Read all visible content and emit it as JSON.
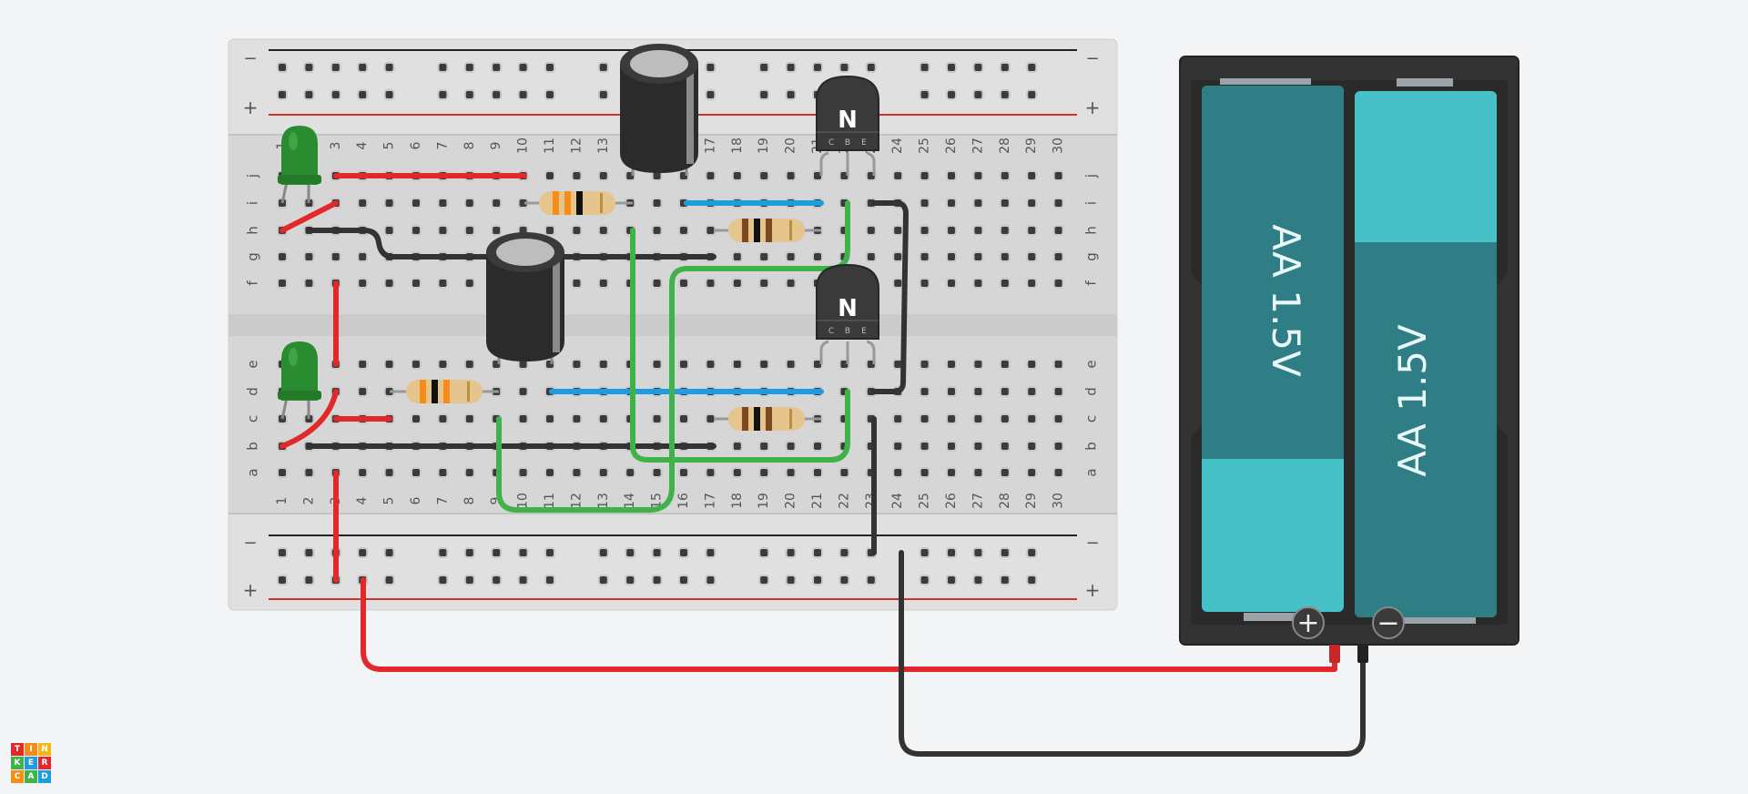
{
  "app": {
    "name": "Tinkercad"
  },
  "breadboard": {
    "columns": [
      "1",
      "2",
      "3",
      "4",
      "5",
      "6",
      "7",
      "8",
      "9",
      "10",
      "11",
      "12",
      "13",
      "14",
      "15",
      "16",
      "17",
      "18",
      "19",
      "20",
      "21",
      "22",
      "23",
      "24",
      "25",
      "26",
      "27",
      "28",
      "29",
      "30"
    ],
    "rows_top": [
      "j",
      "i",
      "h",
      "g",
      "f"
    ],
    "rows_bottom": [
      "e",
      "d",
      "c",
      "b",
      "a"
    ],
    "rail_minus": "−",
    "rail_plus": "+"
  },
  "components": {
    "transistor_top": {
      "label": "N",
      "pins": [
        "C",
        "B",
        "E"
      ]
    },
    "transistor_bottom": {
      "label": "N",
      "pins": [
        "C",
        "B",
        "E"
      ]
    },
    "battery_left": {
      "label": "AA 1.5V"
    },
    "battery_right": {
      "label": "AA 1.5V"
    },
    "battery_plus": "+",
    "battery_minus": "−"
  },
  "colors": {
    "wire_red": "#e2282a",
    "wire_black": "#333333",
    "wire_green": "#3fb24a",
    "wire_blue": "#1e9ce0",
    "led_green": "#2a8c30",
    "battery_teal": "#47c1c8",
    "battery_dark": "#2f7d85",
    "holder": "#333333"
  },
  "logo": {
    "letters": [
      "T",
      "I",
      "N",
      "K",
      "E",
      "R",
      "C",
      "A",
      "D"
    ]
  }
}
